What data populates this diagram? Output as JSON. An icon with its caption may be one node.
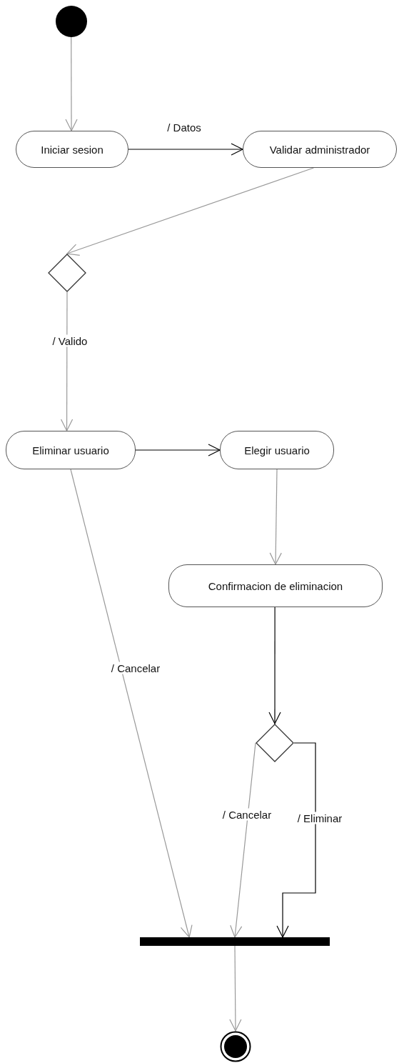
{
  "diagram": {
    "nodes": [
      {
        "text": [],
        "shape": "circle"
      },
      {
        "text": [
          "Iniciar sesion"
        ]
      },
      {
        "text": [
          "Validar administrador"
        ]
      },
      {
        "text": [],
        "shape": "diamond"
      },
      {
        "text": [
          "Eliminar usuario"
        ]
      },
      {
        "text": [
          "Elegir usuario"
        ]
      },
      {
        "text": [
          "Confirmacion de eliminacion"
        ]
      },
      {
        "text": [],
        "shape": "diamond"
      },
      {
        "text": [],
        "shape": "bar"
      },
      {
        "text": [],
        "shape": "bullseye"
      }
    ],
    "edges": [
      {
        "from": 0,
        "to": 1,
        "arrow": "to"
      },
      {
        "from": 1,
        "to": 2,
        "arrow": "to",
        "label": "/ Datos",
        "color": "#000000"
      },
      {
        "from": 2,
        "to": 3,
        "arrow": "to"
      },
      {
        "from": 3,
        "to": 4,
        "arrow": "to",
        "label": "/ Valido"
      },
      {
        "from": 4,
        "to": 5,
        "arrow": "to",
        "color": "#000000"
      },
      {
        "from": 5,
        "to": 6,
        "arrow": "to"
      },
      {
        "from": 6,
        "to": 7,
        "arrow": "to",
        "color": "#000000"
      },
      {
        "from": 4,
        "to": 8,
        "arrow": "to",
        "label": "/ Cancelar"
      },
      {
        "from": 7,
        "to": 8,
        "arrow": "to",
        "label": "/ Cancelar"
      },
      {
        "from": 7,
        "to": 8,
        "arrow": "to",
        "label": "/ Eliminar",
        "color": "#000000"
      },
      {
        "from": 8,
        "to": 9,
        "arrow": "to"
      }
    ]
  }
}
